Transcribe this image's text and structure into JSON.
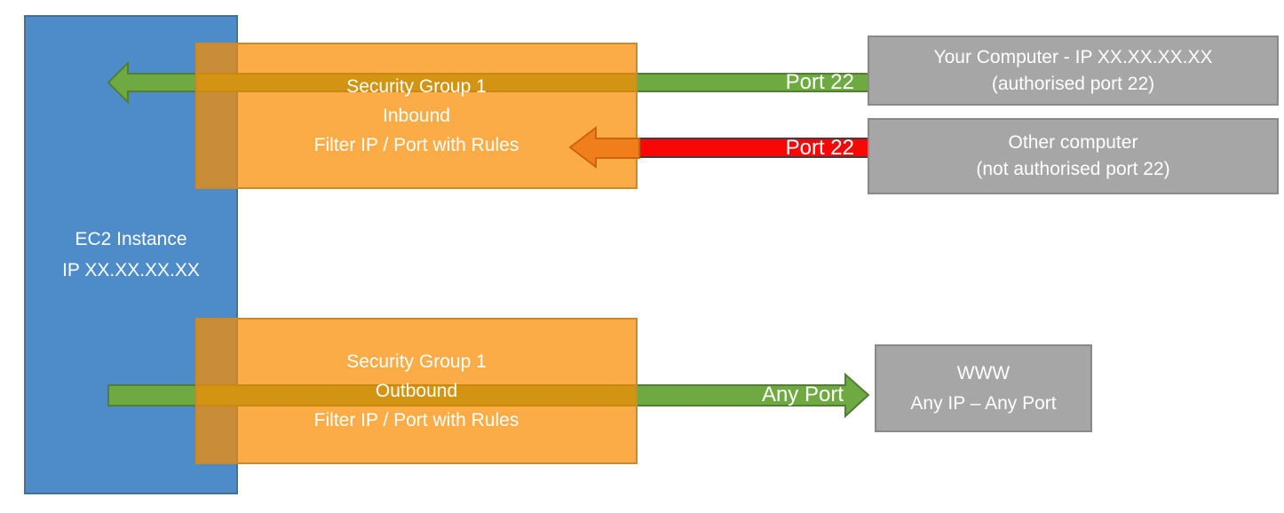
{
  "nodes": {
    "ec2_instance": {
      "lines": [
        "EC2 Instance",
        "IP XX.XX.XX.XX"
      ]
    },
    "security_group_inbound": {
      "lines": [
        "Security Group 1",
        "Inbound",
        "Filter IP / Port with Rules"
      ]
    },
    "security_group_outbound": {
      "lines": [
        "Security Group 1",
        "Outbound",
        "Filter IP / Port with Rules"
      ]
    },
    "your_computer": {
      "lines": [
        "Your Computer - IP XX.XX.XX.XX",
        "(authorised port 22)"
      ]
    },
    "other_computer": {
      "lines": [
        "Other computer",
        "(not authorised port 22)"
      ]
    },
    "www": {
      "lines": [
        "WWW",
        "Any IP – Any Port"
      ]
    }
  },
  "arrow_labels": {
    "inbound_allowed": "Port 22",
    "inbound_blocked": "Port 22",
    "outbound": "Any Port"
  },
  "colors": {
    "background": "#FFFFFF",
    "ec2_fill": "#4E8CC9",
    "ec2_border": "#41719C",
    "security_group_fill": "rgba(249,140,0,0.72)",
    "security_group_border": "#C98A2D",
    "endpoint_fill": "#A6A6A6",
    "endpoint_border": "#898989",
    "allowed_arrow_fill": "#6EAA41",
    "allowed_arrow_border": "#527E32",
    "blocked_arrow_fill": "#F90606",
    "blocked_arrow_border": "#3F3F3F",
    "blocked_arrowhead_fill": "#F07E1A",
    "blocked_arrowhead_border": "#C8650F",
    "text": "#FFFFFF"
  }
}
